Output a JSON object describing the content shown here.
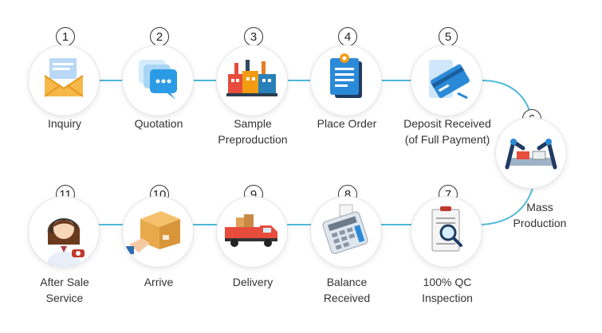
{
  "colors": {
    "connector": "#4fb9d9",
    "ring_shadow": "#dcdcdc",
    "text": "#333333"
  },
  "steps": [
    {
      "number": "1",
      "lines": [
        "Inquiry"
      ],
      "icon": "envelope-icon"
    },
    {
      "number": "2",
      "lines": [
        "Quotation"
      ],
      "icon": "chat-bubbles-icon"
    },
    {
      "number": "3",
      "lines": [
        "Sample",
        "Preproduction"
      ],
      "icon": "factory-icon"
    },
    {
      "number": "4",
      "lines": [
        "Place Order"
      ],
      "icon": "clipboard-order-icon"
    },
    {
      "number": "5",
      "lines": [
        "Deposit Received",
        "(of Full Payment)"
      ],
      "icon": "credit-card-icon"
    },
    {
      "number": "6",
      "lines": [
        "Mass",
        "Production"
      ],
      "icon": "robot-arm-production-icon"
    },
    {
      "number": "7",
      "lines": [
        "100% QC",
        "Inspection"
      ],
      "icon": "magnifier-document-icon"
    },
    {
      "number": "8",
      "lines": [
        "Balance",
        "Received"
      ],
      "icon": "pos-terminal-icon"
    },
    {
      "number": "9",
      "lines": [
        "Delivery"
      ],
      "icon": "truck-icon"
    },
    {
      "number": "10",
      "lines": [
        "Arrive"
      ],
      "icon": "package-hands-icon"
    },
    {
      "number": "11",
      "lines": [
        "After Sale",
        "Service"
      ],
      "icon": "service-agent-icon"
    }
  ]
}
